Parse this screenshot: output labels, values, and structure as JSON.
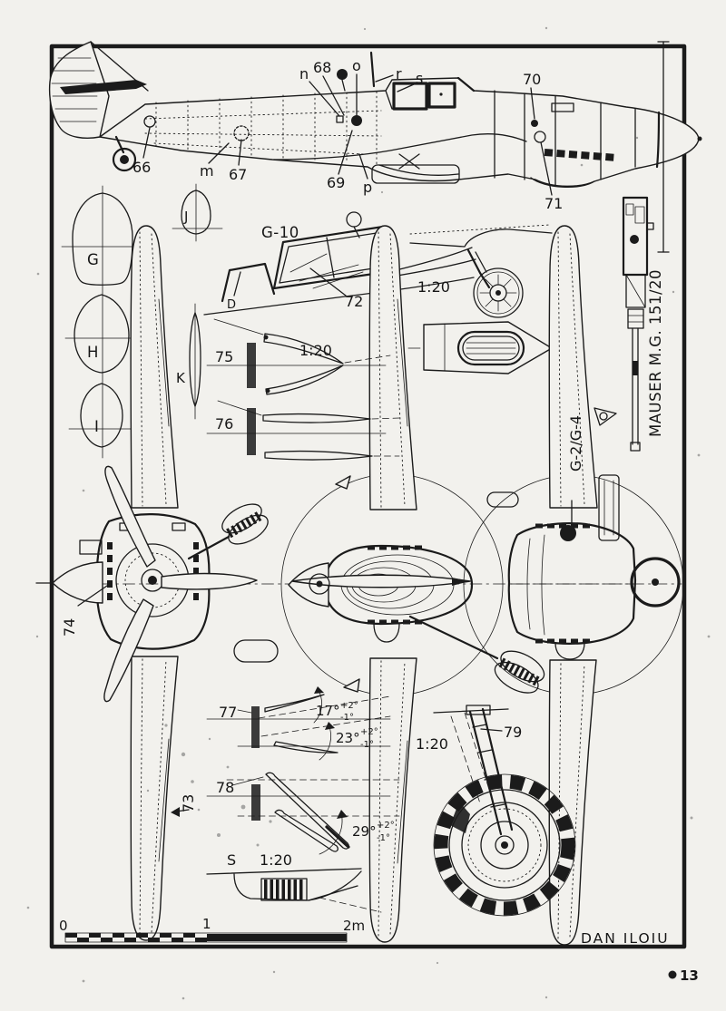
{
  "colors": {
    "ink": "#1b1b1b",
    "paper": "#f2f1ed"
  },
  "side_view": {
    "part_66": "66",
    "part_67": "67",
    "part_68": "68",
    "part_69": "69",
    "part_70": "70",
    "part_71": "71",
    "ref_m": "m",
    "ref_n": "n",
    "ref_o": "o",
    "ref_p": "p",
    "ref_r": "r",
    "ref_s": "s"
  },
  "cross_sections": {
    "g": "G",
    "h": "H",
    "i": "I",
    "j": "J",
    "k": "K",
    "d": "D"
  },
  "canopy_detail": {
    "title": "G-10",
    "part_72": "72"
  },
  "tailwheel_detail": {
    "scale": "1:20"
  },
  "gun_detail": {
    "name": "MAUSER M.G. 151/20"
  },
  "plan_views": {
    "variant": "G-2/G-4",
    "part_73": "73",
    "part_74": "74"
  },
  "control_surfaces": {
    "part_75": "75",
    "scale_75": "1:20",
    "part_76": "76",
    "part_77": "77",
    "part_78": "78",
    "angle_17": "17°",
    "angle_17_plus": "+2°",
    "angle_17_minus": "-1°",
    "angle_23": "23°",
    "angle_23_plus": "+2°",
    "angle_23_minus": "-1°",
    "angle_29": "29°",
    "angle_29_plus": "+2°",
    "angle_29_minus": "-1°"
  },
  "gear_detail": {
    "part_79": "79",
    "scale": "1:20"
  },
  "radiator_detail": {
    "section": "S",
    "scale": "1:20"
  },
  "scale_bar": {
    "start": "0",
    "mid": "1",
    "end": "2m"
  },
  "footer": {
    "signature": "DAN ILOIU",
    "page_number": "13"
  }
}
